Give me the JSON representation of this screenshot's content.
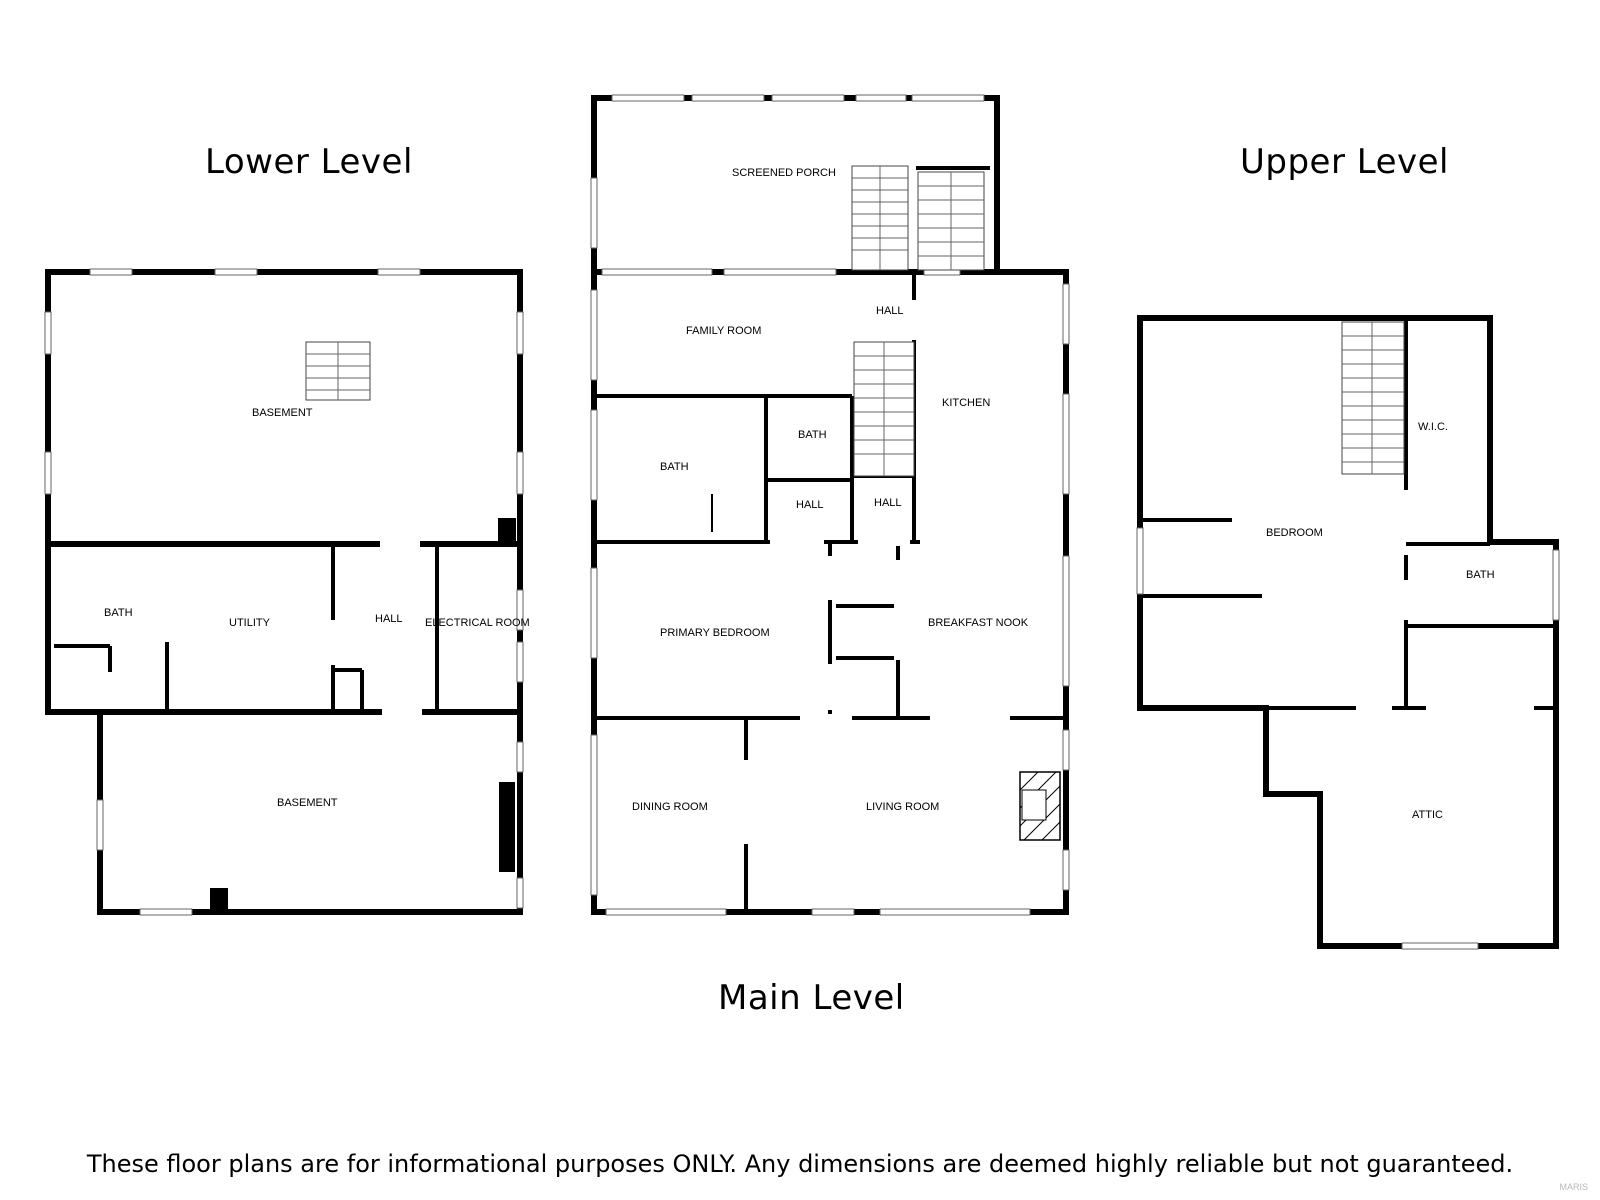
{
  "titles": {
    "lower": "Lower Level",
    "main": "Main Level",
    "upper": "Upper Level"
  },
  "disclaimer": "These floor plans are for informational purposes ONLY. Any dimensions are deemed highly reliable but not guaranteed.",
  "watermark": "MARIS",
  "rooms": {
    "lower": {
      "basement_top": "BASEMENT",
      "bath": "BATH",
      "utility": "UTILITY",
      "hall": "HALL",
      "electrical_room": "ELECTRICAL ROOM",
      "basement_bottom": "BASEMENT"
    },
    "main": {
      "screened_porch": "SCREENED PORCH",
      "hall_top": "HALL",
      "family_room": "FAMILY ROOM",
      "kitchen": "KITCHEN",
      "bath_left": "BATH",
      "bath_center": "BATH",
      "hall_left": "HALL",
      "hall_right": "HALL",
      "primary_bedroom": "PRIMARY BEDROOM",
      "breakfast_nook": "BREAKFAST NOOK",
      "dining_room": "DINING ROOM",
      "living_room": "LIVING ROOM"
    },
    "upper": {
      "wic": "W.I.C.",
      "bedroom": "BEDROOM",
      "bath": "BATH",
      "attic": "ATTIC"
    }
  }
}
